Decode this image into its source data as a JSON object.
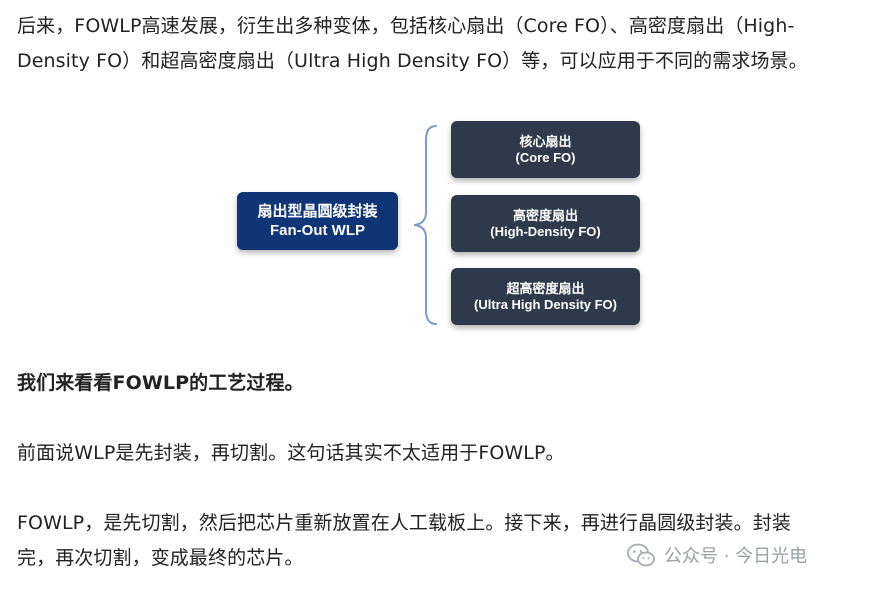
{
  "article": {
    "para1": {
      "line1": "后来，FOWLP高速发展，衍生出多种变体，包括核心扇出（Core FO）、高密度扇出（High-",
      "line2": "Density FO）和超高密度扇出（Ultra High Density FO）等，可以应用于不同的需求场景。"
    },
    "heading": "我们来看看FOWLP的工艺过程。",
    "para3": "前面说WLP是先封装，再切割。这句话其实不太适用于FOWLP。",
    "para4": {
      "line1": "FOWLP，是先切割，然后把芯片重新放置在人工载板上。接下来，再进行晶圆级封装。封装",
      "line2": "完，再次切割，变成最终的芯片。"
    }
  },
  "diagram": {
    "root": {
      "title_cn": "扇出型晶圆级封装",
      "title_en": "Fan-Out WLP"
    },
    "branches": [
      {
        "title_cn": "核心扇出",
        "title_en": "(Core FO)"
      },
      {
        "title_cn": "高密度扇出",
        "title_en": "(High-Density FO)"
      },
      {
        "title_cn": "超高密度扇出",
        "title_en": "(Ultra High Density FO)"
      }
    ],
    "colors": {
      "root_bg": "#0f3577",
      "leaf_bg": "#2e3a4c",
      "brace": "#7a9cc8"
    }
  },
  "watermark": {
    "text": "公众号 · 今日光电",
    "icon": "wechat-icon"
  }
}
